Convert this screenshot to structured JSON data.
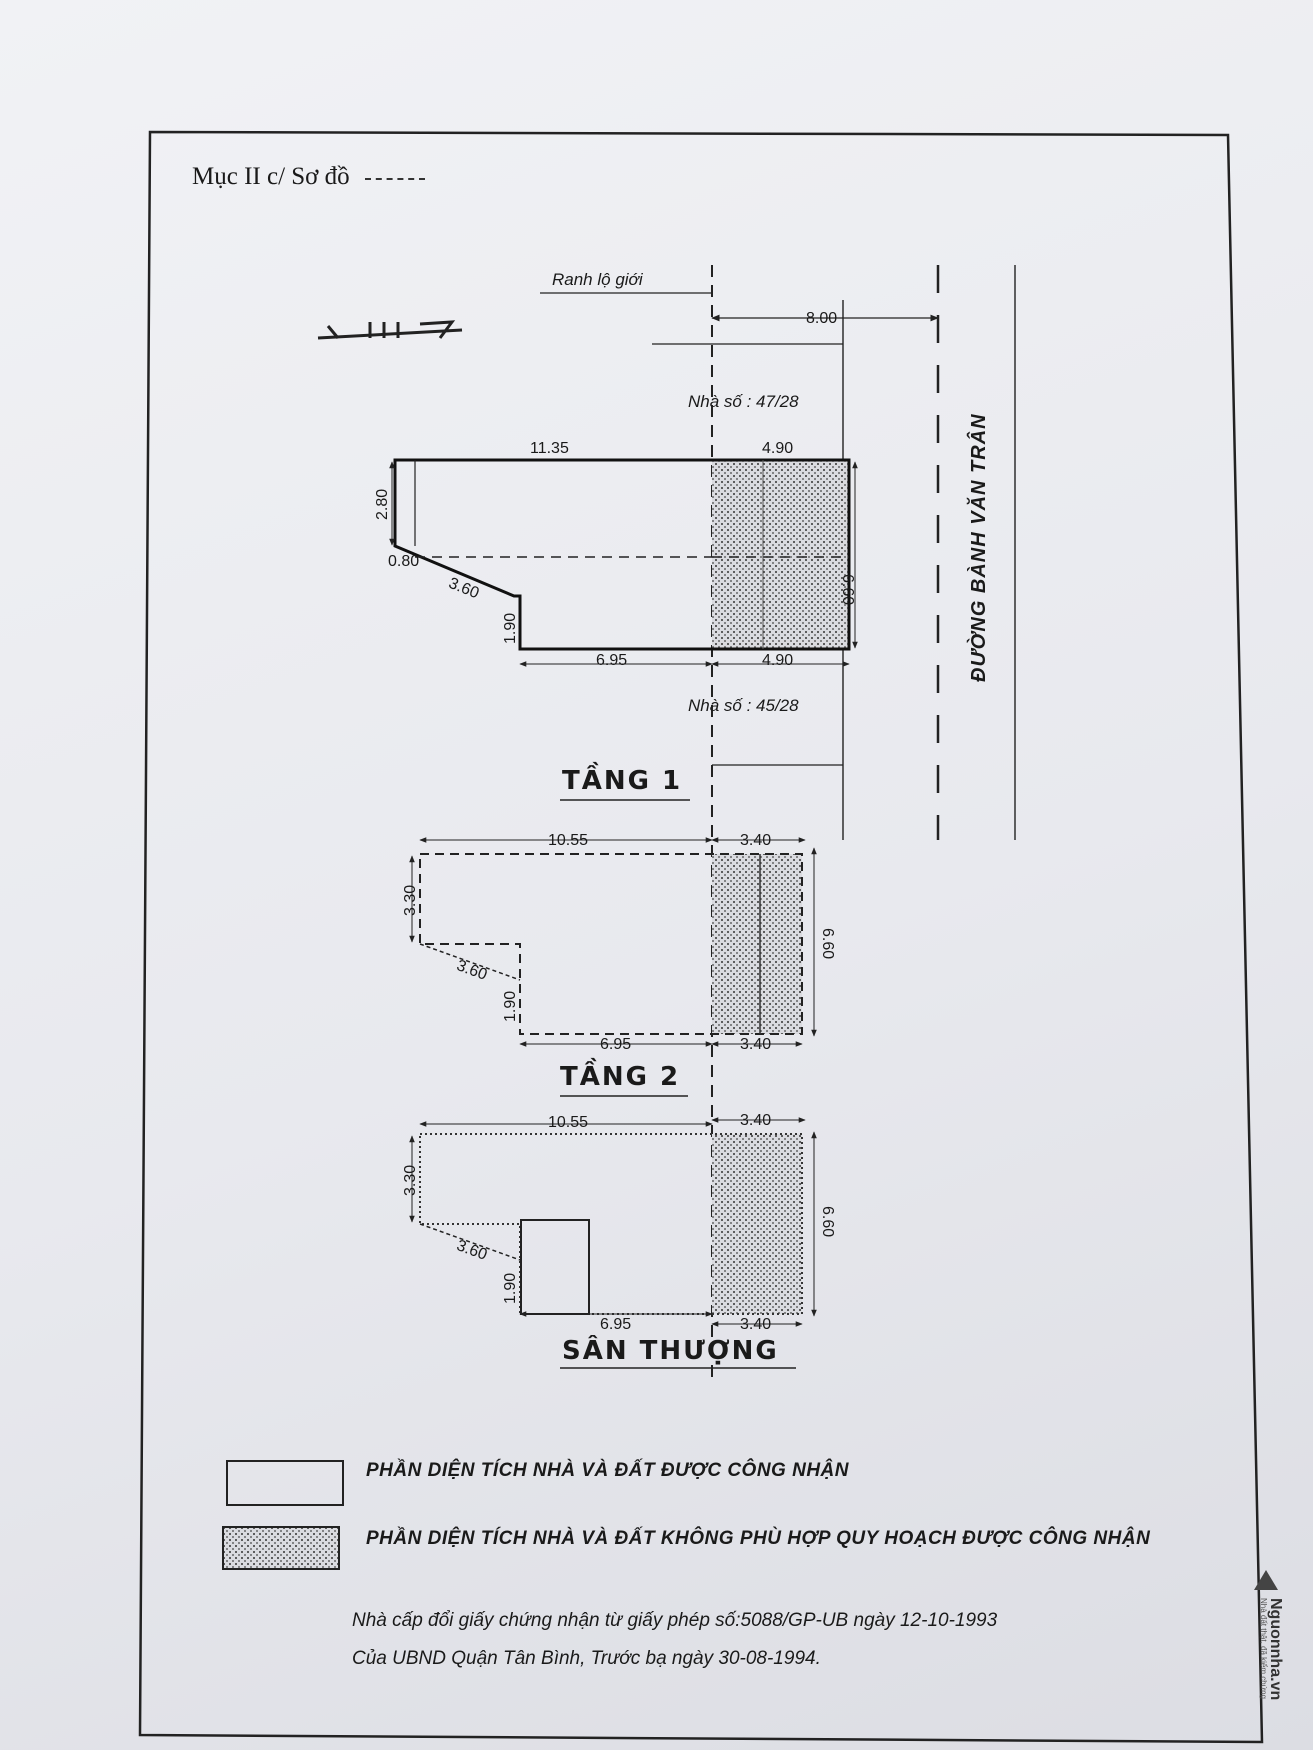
{
  "document": {
    "heading": "Mục II c/ Sơ đồ",
    "ranh_label": "Ranh lộ giới",
    "road_width": "8.00",
    "house_north": "Nhà số : 47/28",
    "house_south": "Nhà số : 45/28",
    "street_name": "ĐƯỜNG BÀNH VĂN TRÂN",
    "compass_glyph": "⊥ ω ⊏"
  },
  "floor1": {
    "title": "TẦNG 1",
    "top_left": "11.35",
    "top_right": "4.90",
    "left_height": "2.80",
    "notch": "0.80",
    "diagonal": "3.60",
    "step": "1.90",
    "bottom_left": "6.95",
    "bottom_right": "4.90",
    "depth": "6.60"
  },
  "floor2": {
    "title": "TẦNG 2",
    "top_left": "10.55",
    "top_right": "3.40",
    "left_height": "3.30",
    "diagonal": "3.60",
    "step": "1.90",
    "bottom_left": "6.95",
    "bottom_right": "3.40",
    "depth": "6.60"
  },
  "roof": {
    "title": "SÂN THƯỢNG",
    "top_left": "10.55",
    "top_right": "3.40",
    "left_height": "3.30",
    "diagonal": "3.60",
    "step": "1.90",
    "bottom_left": "6.95",
    "bottom_right": "3.40",
    "depth": "6.60"
  },
  "legend": {
    "recognized": "PHẦN DIỆN TÍCH NHÀ VÀ ĐẤT ĐƯỢC CÔNG NHẬN",
    "not_conforming": "PHẦN DIỆN TÍCH NHÀ VÀ ĐẤT KHÔNG PHÙ HỢP QUY HOẠCH  ĐƯỢC CÔNG NHẬN"
  },
  "notes": {
    "line1": "Nhà cấp đổi giấy chứng nhận từ giấy phép số:5088/GP-UB ngày 12-10-1993",
    "line2": "Của UBND Quận Tân Bình, Trước bạ ngày 30-08-1994."
  },
  "watermark": {
    "brand": "Nguonnha.vn",
    "tagline": "Nhà đất thật, đã kiểm chứng"
  },
  "colors": {
    "ink": "#1a1a1a",
    "paper": "#eceef2",
    "hatch": "#555555"
  }
}
